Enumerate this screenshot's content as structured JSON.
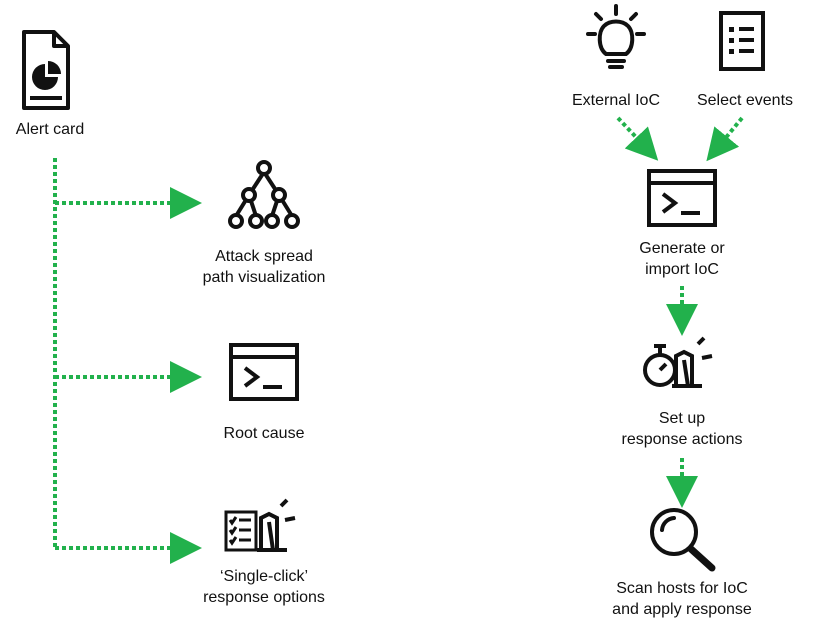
{
  "left_flow": {
    "alert_card": {
      "label": "Alert card",
      "icon": "document-pie-chart-icon"
    },
    "branches": [
      {
        "label": "Attack spread\npath visualization",
        "icon": "tree-hierarchy-icon"
      },
      {
        "label": "Root cause",
        "icon": "terminal-window-icon"
      },
      {
        "label": "‘Single-click’\nresponse options",
        "icon": "checklist-response-icon"
      }
    ]
  },
  "right_flow": {
    "external_ioc": {
      "label": "External IoC",
      "icon": "lightbulb-icon"
    },
    "select_events": {
      "label": "Select events",
      "icon": "list-document-icon"
    },
    "generate_ioc": {
      "label": "Generate or\nimport IoC",
      "icon": "terminal-window-icon"
    },
    "response_actions": {
      "label": "Set up\nresponse actions",
      "icon": "stopwatch-alarm-icon"
    },
    "scan_hosts": {
      "label": "Scan hosts for IoC\nand apply response",
      "icon": "magnifier-icon"
    }
  },
  "colors": {
    "connector": "#22b14c",
    "icon": "#111111",
    "text": "#111111"
  }
}
